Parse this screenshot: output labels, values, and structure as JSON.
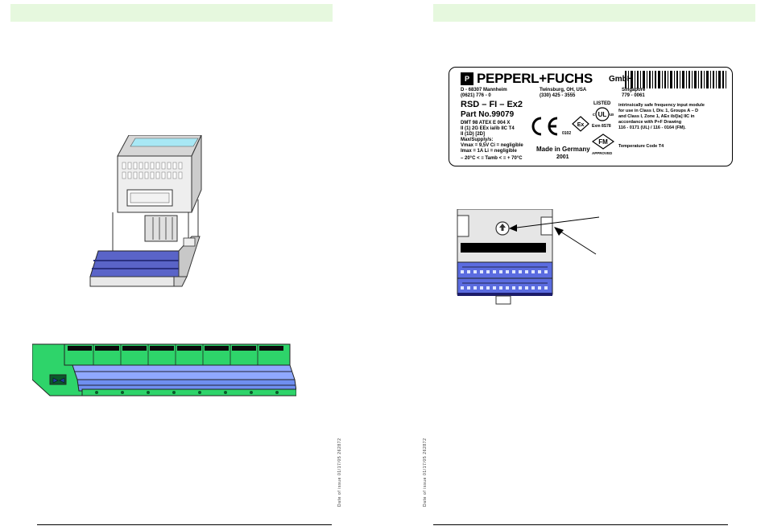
{
  "label": {
    "brand": "PEPPERL+FUCHS",
    "gmbh": "GmbH",
    "addr_de": [
      "D - 68307 Mannheim",
      "(0621) 776 - 0"
    ],
    "addr_us": [
      "Twinsburg, OH, USA",
      "(330) 425 - 3555"
    ],
    "addr_sg": [
      "Singapore",
      "779 - 0061"
    ],
    "model": "RSD – FI – Ex2",
    "part": "Part No.99079",
    "cert": [
      "DMT 98 ATEX E 004 X",
      "II (1) 2G EEx ia/ib IIC T4",
      "II (1D) [2D]"
    ],
    "supply_header": "Max/Supply/s:",
    "supply": [
      "Vmax  =  9,5V  Ci  =  negligible",
      "Imax  =  1A    Li  =  negligible"
    ],
    "ambient": "– 20°C <  ≡ Tamb < ≡ + 70°C",
    "made_in": "Made in Germany",
    "year": "2001",
    "ce_code": "0102",
    "listed": "LISTED",
    "ul_sub": "Exm 8S78",
    "fm_sub": "APPROVED",
    "desc": [
      "intrinsically safe frequency input module",
      "for use in Class I, Div. 1, Groups A – D",
      "and Class I, Zone 1, AEx ib/[ia] IIC in",
      "accordance with P+F Drawing",
      "116 - 0171 (UL) / 116 - 0164 (FM).",
      "Temperature Code T4"
    ]
  },
  "side_text": "Date of issue  01/17/05   262872"
}
